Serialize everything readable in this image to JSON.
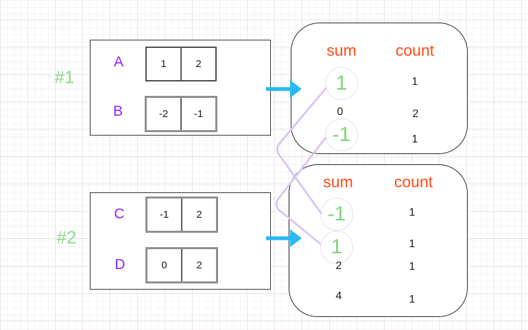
{
  "diagram": {
    "examples": [
      {
        "label": "#1",
        "arrays": [
          {
            "name": "A",
            "cells": [
              "1",
              "2"
            ]
          },
          {
            "name": "B",
            "cells": [
              "-2",
              "-1"
            ]
          }
        ],
        "result_table": {
          "sum_header": "sum",
          "count_header": "count",
          "rows": [
            {
              "sum": "1",
              "count": "1",
              "circled": true
            },
            {
              "sum": "0",
              "count": "2",
              "circled": false
            },
            {
              "sum": "-1",
              "count": "1",
              "circled": true
            }
          ]
        }
      },
      {
        "label": "#2",
        "arrays": [
          {
            "name": "C",
            "cells": [
              "-1",
              "2"
            ]
          },
          {
            "name": "D",
            "cells": [
              "0",
              "2"
            ]
          }
        ],
        "result_table": {
          "sum_header": "sum",
          "count_header": "count",
          "rows": [
            {
              "sum": "-1",
              "count": "1",
              "circled": true
            },
            {
              "sum": "1",
              "count": "1",
              "circled": true
            },
            {
              "sum": "2",
              "count": "1",
              "circled": false
            },
            {
              "sum": "4",
              "count": "1",
              "circled": false
            }
          ]
        }
      }
    ],
    "connections": [
      {
        "from": "#1 sum 1",
        "to": "#2 sum -1"
      },
      {
        "from": "#1 sum -1",
        "to": "#2 sum 1"
      }
    ],
    "colors": {
      "example_label_green": "#8cd98c",
      "array_letter_purple": "#8d23f6",
      "header_orange": "#ff4a15",
      "circled_value_green": "#7ed47e",
      "arrow_cyan": "#29b8f2",
      "connector_lavender": "#dbc7f0"
    }
  }
}
